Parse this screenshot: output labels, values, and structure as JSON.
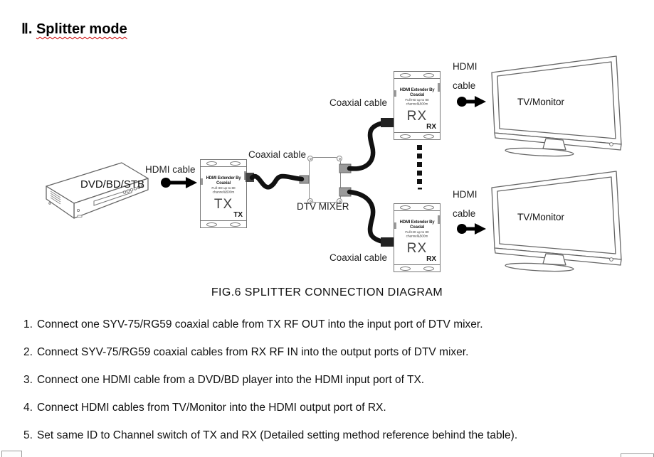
{
  "page": {
    "heading_prefix": "Ⅱ.",
    "heading": "Splitter mode",
    "figure_caption": "FIG.6 SPLITTER CONNECTION DIAGRAM"
  },
  "diagram": {
    "source": {
      "label": "DVD/BD/STB"
    },
    "tx_hdmi_cable_label": "HDMI cable",
    "tx_coax_label": "Coaxial cable",
    "mixer_label": "DTV MIXER",
    "rx_top_coax_label": "Coaxial cable",
    "rx_bottom_coax_label": "Coaxial cable",
    "rx_top_hdmi_label": {
      "line1": "HDMI",
      "line2": "cable"
    },
    "rx_bottom_hdmi_label": {
      "line1": "HDMI",
      "line2": "cable"
    },
    "tx_unit": {
      "brand1": "HDMI Extender By Coaxial",
      "brand2": "Full HD up to 80 channel&500m",
      "label": "TX",
      "corner": "TX"
    },
    "rx_top_unit": {
      "brand1": "HDMI Extender By Coaxial",
      "brand2": "Full HD up to 80 channel&500m",
      "label": "RX",
      "corner": "RX"
    },
    "rx_bottom_unit": {
      "brand1": "HDMI Extender By Coaxial",
      "brand2": "Full HD up to 80 channel&500m",
      "label": "RX",
      "corner": "RX"
    },
    "tv_top": {
      "label": "TV/Monitor"
    },
    "tv_bottom": {
      "label": "TV/Monitor"
    }
  },
  "instructions": {
    "items": [
      {
        "num": "1.",
        "text": "Connect one SYV-75/RG59 coaxial cable from TX RF OUT into the input port of DTV mixer."
      },
      {
        "num": "2.",
        "text": "Connect SYV-75/RG59 coaxial cables from RX RF IN into the output ports of DTV mixer."
      },
      {
        "num": "3.",
        "text": "Connect one HDMI cable from a DVD/BD player into the HDMI input port of TX."
      },
      {
        "num": "4.",
        "text": "Connect HDMI cables from TV/Monitor into the HDMI output port of RX."
      },
      {
        "num": "5.",
        "text": "Set same ID to Channel switch of TX and RX (Detailed setting method reference behind the table)."
      }
    ]
  }
}
